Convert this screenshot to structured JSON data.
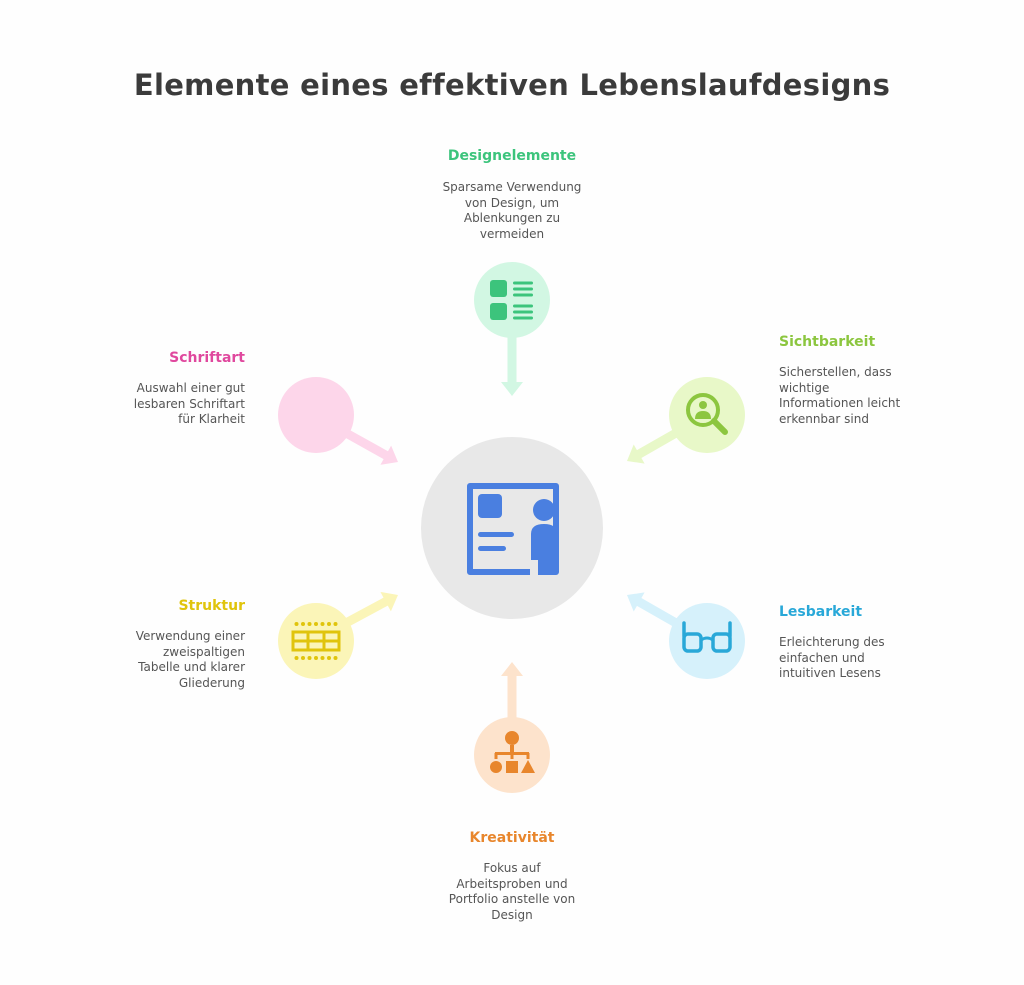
{
  "title": "Elemente eines effektiven Lebenslaufdesigns",
  "center": {
    "icon": "resume-icon",
    "color": "#4a7fe0"
  },
  "nodes": [
    {
      "id": "designelemente",
      "title": "Designelemente",
      "desc": [
        "Sparsame Verwendung",
        "von Design, um",
        "Ablenkungen zu",
        "vermeiden"
      ],
      "color": "#3cc47c",
      "bg": "#d2f7e3",
      "icon": "layout-icon"
    },
    {
      "id": "sichtbarkeit",
      "title": "Sichtbarkeit",
      "desc": [
        "Sicherstellen, dass",
        "wichtige",
        "Informationen leicht",
        "erkennbar sind"
      ],
      "color": "#8cc63f",
      "bg": "#e8f8c8",
      "icon": "magnifier-icon"
    },
    {
      "id": "lesbarkeit",
      "title": "Lesbarkeit",
      "desc": [
        "Erleichterung des",
        "einfachen und",
        "intuitiven Lesens"
      ],
      "color": "#29a8d8",
      "bg": "#d6f1fb",
      "icon": "glasses-icon"
    },
    {
      "id": "kreativitaet",
      "title": "Kreativität",
      "desc": [
        "Fokus auf",
        "Arbeitsproben und",
        "Portfolio anstelle von",
        "Design"
      ],
      "color": "#e8862c",
      "bg": "#fde3cc",
      "icon": "hierarchy-icon"
    },
    {
      "id": "struktur",
      "title": "Struktur",
      "desc": [
        "Verwendung einer",
        "zweispaltigen",
        "Tabelle und klarer",
        "Gliederung"
      ],
      "color": "#e0c40c",
      "bg": "#fbf5b8",
      "icon": "table-icon"
    },
    {
      "id": "schriftart",
      "title": "Schriftart",
      "desc": [
        "Auswahl einer gut",
        "lesbaren Schriftart",
        "für Klarheit"
      ],
      "color": "#e0489e",
      "bg": "#fdd6ea",
      "icon": "font-icon"
    }
  ]
}
